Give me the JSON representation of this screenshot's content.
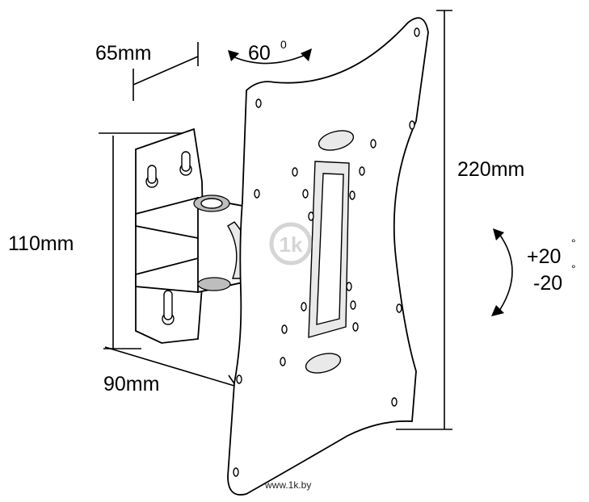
{
  "dimensions": {
    "depth_top": "65mm",
    "height_bracket": "110mm",
    "width_bracket": "90mm",
    "plate_height": "220mm"
  },
  "angles": {
    "swivel": "60",
    "swivel_sup": "0",
    "tilt_up": "+20",
    "tilt_down": "-20",
    "degree_mark": "°"
  },
  "watermark": {
    "logo_text": "1k",
    "site": "www.1k.by"
  }
}
